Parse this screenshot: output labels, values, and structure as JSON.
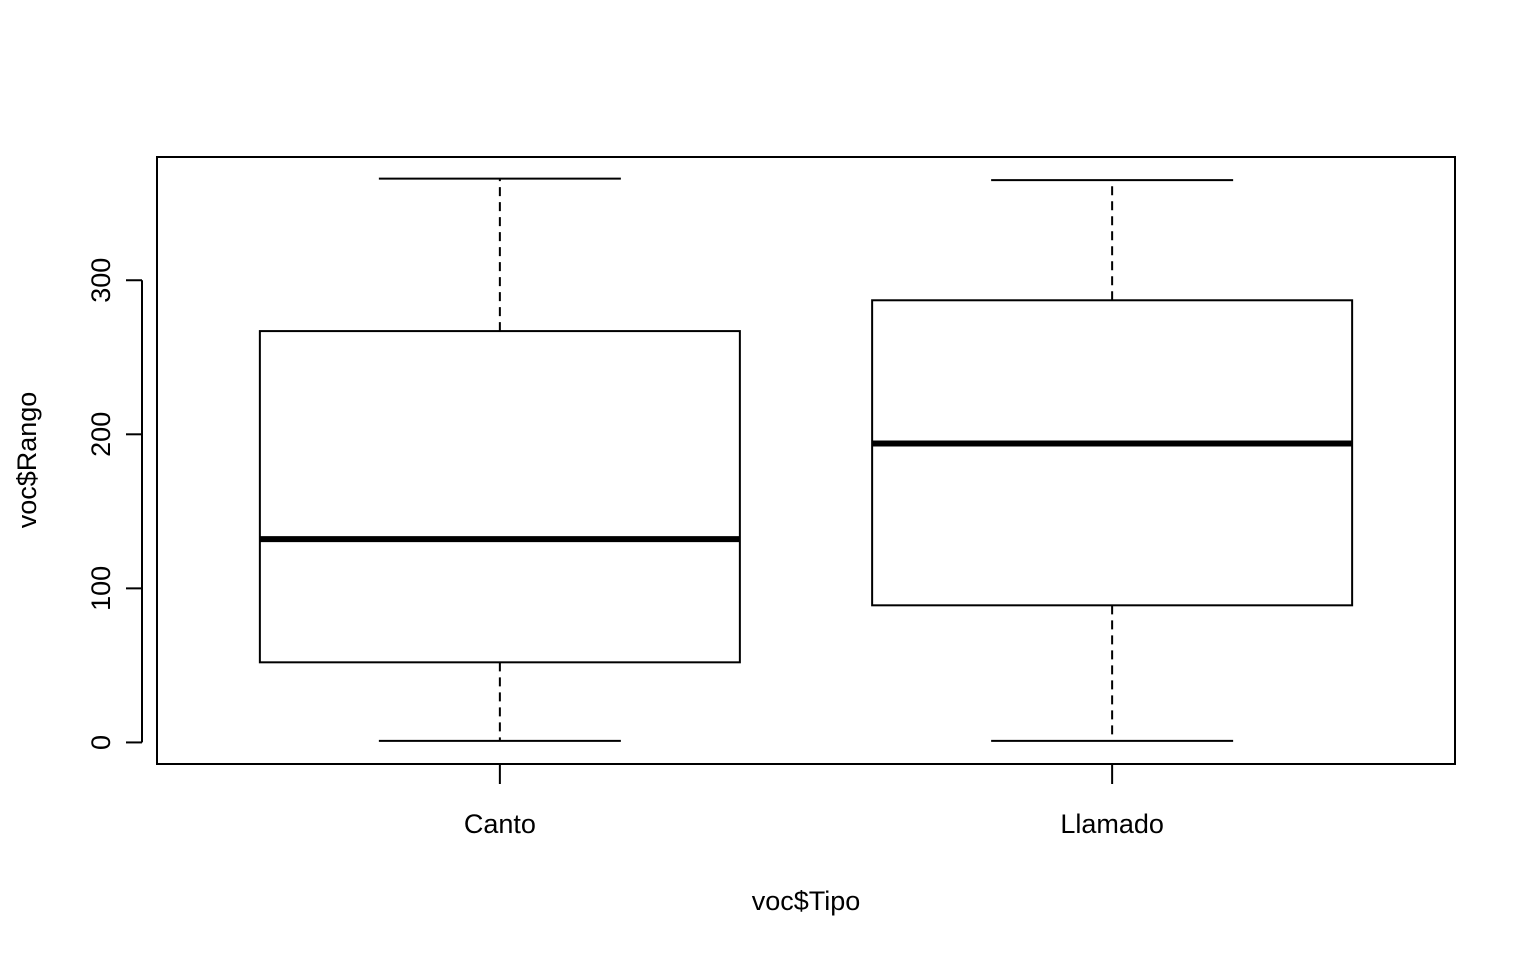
{
  "chart_data": {
    "type": "boxplot",
    "title": "",
    "xlabel": "voc$Tipo",
    "ylabel": "voc$Rango",
    "categories": [
      "Canto",
      "Llamado"
    ],
    "boxes": [
      {
        "category": "Canto",
        "whisker_low": 1,
        "q1": 52,
        "median": 132,
        "q3": 267,
        "whisker_high": 366
      },
      {
        "category": "Llamado",
        "whisker_low": 1,
        "q1": 89,
        "median": 194,
        "q3": 287,
        "whisker_high": 365
      }
    ],
    "yticks": [
      0,
      100,
      200,
      300
    ],
    "ytick_labels": [
      "0",
      "100",
      "200",
      "300"
    ],
    "ylim": [
      -14,
      380
    ],
    "grid": false,
    "legend": "none"
  }
}
